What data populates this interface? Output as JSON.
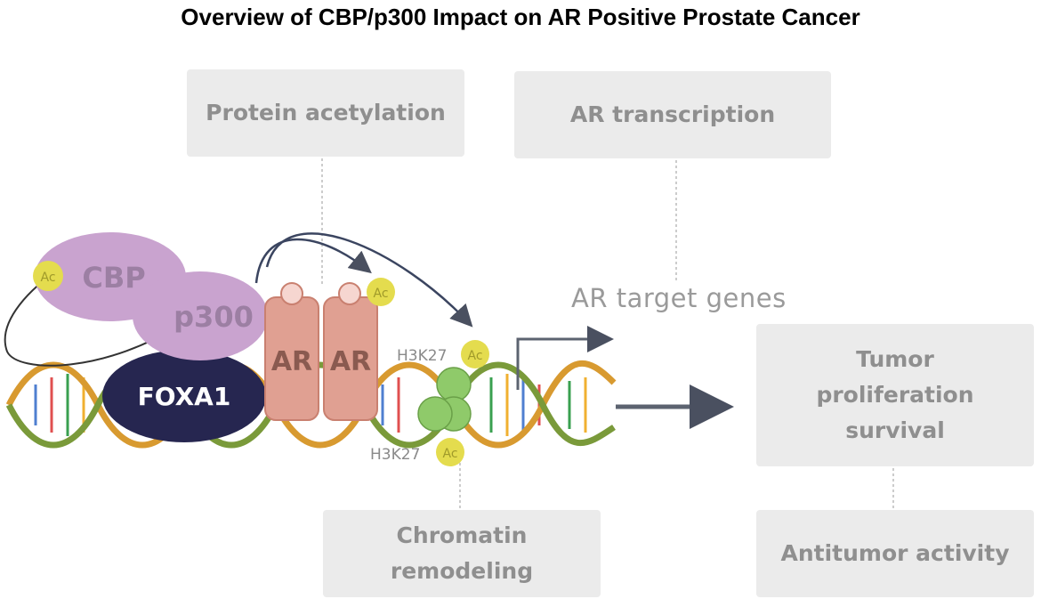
{
  "title": "Overview of CBP/p300 Impact on AR Positive Prostate Cancer",
  "boxes": {
    "protein_acetylation": "Protein acetylation",
    "ar_transcription": "AR transcription",
    "tumor_lines": [
      "Tumor",
      "proliferation",
      "survival"
    ],
    "chromatin_lines": [
      "Chromatin",
      "remodeling"
    ],
    "antitumor": "Antitumor activity"
  },
  "labels": {
    "ar_target_genes": "AR target genes",
    "cbp": "CBP",
    "p300": "p300",
    "foxa1": "FOXA1",
    "ar": "AR",
    "ac": "Ac",
    "h3k27": "H3K27"
  },
  "colors": {
    "cbp_fill": "#c9a3cf",
    "foxa1_fill": "#262650",
    "ar_fill": "#e0a092",
    "ac_fill": "#e4dc4e",
    "nucleosome_fill": "#8fca6a",
    "box_fill": "#ebebeb",
    "arrow": "#5c6370"
  }
}
